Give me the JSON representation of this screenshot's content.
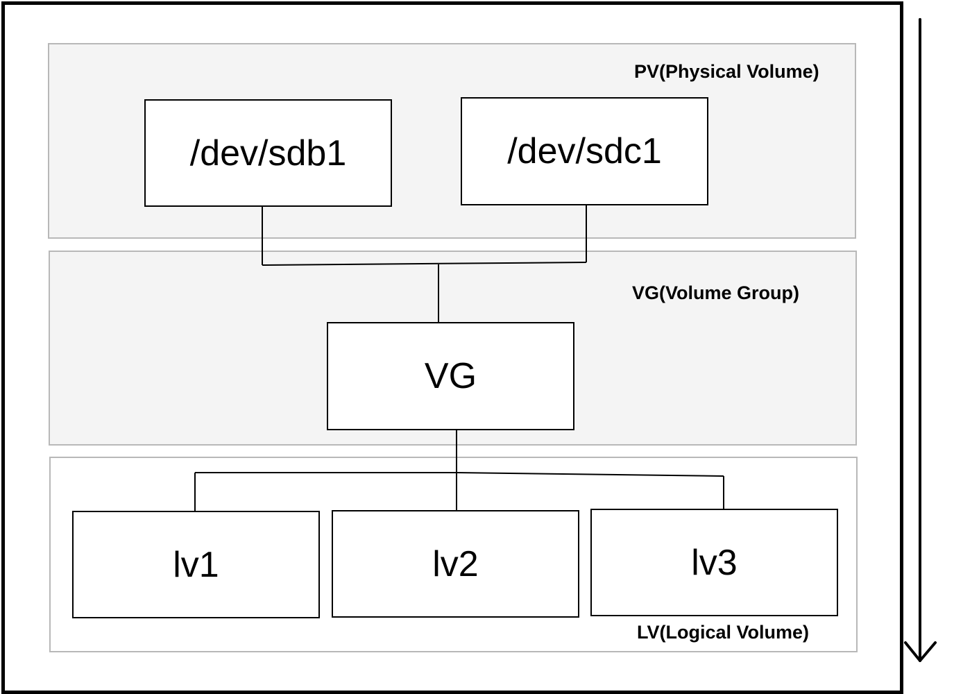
{
  "layers": {
    "pv": {
      "label": "PV(Physical Volume)"
    },
    "vg": {
      "label": "VG(Volume Group)"
    },
    "lv": {
      "label": "LV(Logical Volume)"
    }
  },
  "nodes": {
    "sdb1": "/dev/sdb1",
    "sdc1": "/dev/sdc1",
    "vg": "VG",
    "lv1": "lv1",
    "lv2": "lv2",
    "lv3": "lv3"
  },
  "colors": {
    "layer_fill": "#f4f4f4",
    "layer_border": "#b8b8b8",
    "line": "#000000"
  },
  "flow_arrow": {
    "direction": "down",
    "icon": "arrow-down-icon"
  }
}
